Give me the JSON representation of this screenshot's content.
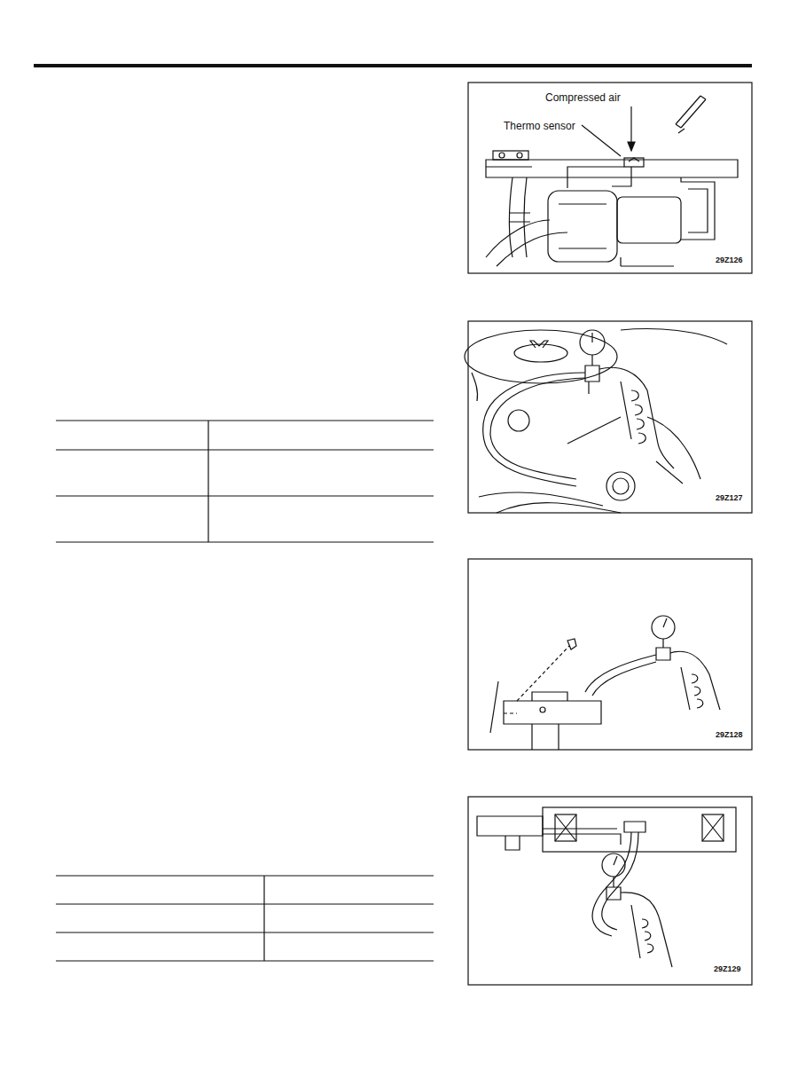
{
  "diagram": {
    "labels": [
      "Compressed air",
      "Thermo sensor",
      "29Z126",
      "29Z127",
      "29Z128",
      "29Z129"
    ]
  }
}
